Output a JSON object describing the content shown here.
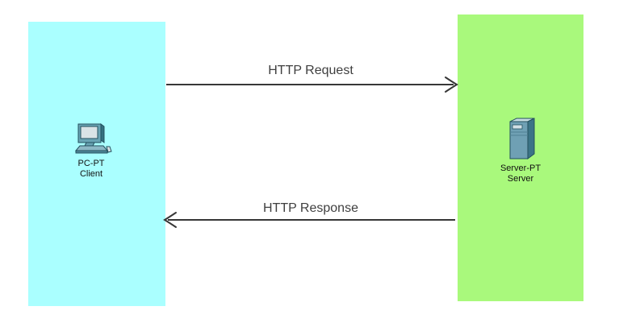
{
  "diagram": {
    "zones": {
      "client": {
        "color": "#aaffff"
      },
      "server": {
        "color": "#a9f97c"
      }
    },
    "devices": {
      "client": {
        "type_label": "PC-PT",
        "name_label": "Client"
      },
      "server": {
        "type_label": "Server-PT",
        "name_label": "Server"
      }
    },
    "messages": {
      "request": {
        "label": "HTTP Request",
        "direction": "client-to-server"
      },
      "response": {
        "label": "HTTP Response",
        "direction": "server-to-client"
      }
    },
    "colors": {
      "arrow": "#373737",
      "message_text": "#3f3f3f",
      "device_text": "#111111"
    }
  }
}
